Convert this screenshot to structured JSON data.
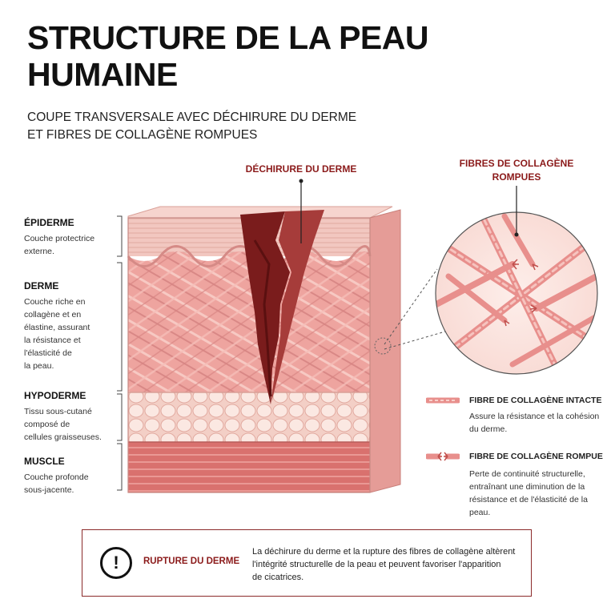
{
  "header": {
    "title_lines": [
      "STRUCTURE DE LA PEAU",
      "HUMAINE"
    ],
    "subtitle_lines": [
      "COUPE TRANSVERSALE AVEC DÉCHIRURE DU DERME",
      "ET FIBRES DE COLLAGÈNE ROMPUES"
    ]
  },
  "layers": [
    {
      "name": "ÉPIDERME",
      "desc_lines": [
        "Couche protectrice",
        "externe."
      ]
    },
    {
      "name": "DERME",
      "desc_lines": [
        "Couche riche en",
        "collagène et en",
        "élastine, assurant",
        "la résistance et",
        "l'élasticité de",
        "la peau."
      ]
    },
    {
      "name": "HYPODERME",
      "desc_lines": [
        "Tissu sous-cutané",
        "composé de",
        "cellules graisseuses."
      ]
    },
    {
      "name": "MUSCLE",
      "desc_lines": [
        "Couche profonde",
        "sous-jacente."
      ]
    }
  ],
  "callouts": {
    "tear": "DÉCHIRURE DU DERME",
    "ruptured_lines": [
      "FIBRES DE COLLAGÈNE",
      "ROMPUES"
    ]
  },
  "legend": [
    {
      "name": "FIBRE DE COLLAGÈNE INTACTE",
      "desc_lines": [
        "Assure la résistance et la cohésion",
        "du derme."
      ]
    },
    {
      "name": "FIBRE DE COLLAGÈNE ROMPUE",
      "desc_lines": [
        "Perte de continuité structurelle,",
        "entraînant une diminution de la",
        "résistance et de l'élasticité de la peau."
      ]
    }
  ],
  "alert": {
    "icon": "exclamation-icon",
    "symbol": "!",
    "title": "RUPTURE DU DERME",
    "text_lines": [
      "La déchirure du derme et la rupture des fibres de collagène altèrent",
      "l'intégrité structurelle de la peau et peuvent favoriser l'apparition",
      "de cicatrices."
    ]
  },
  "colors": {
    "epidermis": "#f2c7c0",
    "dermis": "#eea49f",
    "hypodermis": "#f7dcd4",
    "muscle": "#d9716e",
    "tear": "#7a1c1c",
    "accent": "#8b1a1a"
  }
}
